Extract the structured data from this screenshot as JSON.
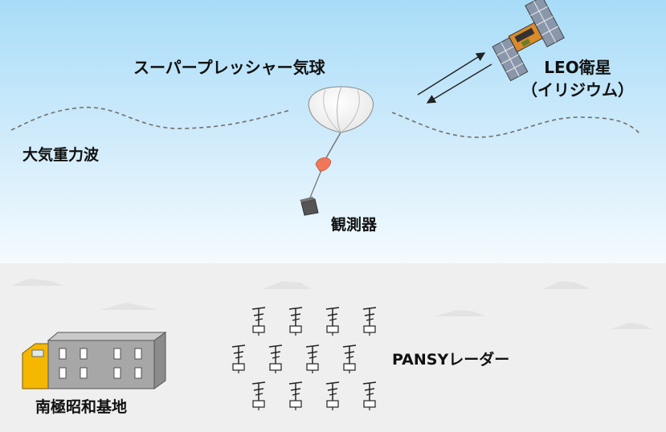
{
  "labels": {
    "balloon": "スーパープレッシャー気球",
    "satellite_line1": "LEO衛星",
    "satellite_line2": "（イリジウム）",
    "gravity_wave": "大気重力波",
    "instrument": "観測器",
    "radar": "PANSYレーダー",
    "base": "南極昭和基地"
  },
  "icons": {
    "satellite": "satellite-icon",
    "balloon": "balloon-icon",
    "parachute": "parachute-icon",
    "instrument": "instrument-box-icon",
    "antenna": "antenna-icon",
    "building": "building-icon"
  },
  "colors": {
    "sky_top": "#a8dcf8",
    "sky_bottom": "#f2fafe",
    "ground": "#efefef",
    "building_face": "#a7a7a7",
    "building_annex": "#f5b700",
    "parachute": "#f0775a",
    "wave_line": "#6f6f6f"
  }
}
